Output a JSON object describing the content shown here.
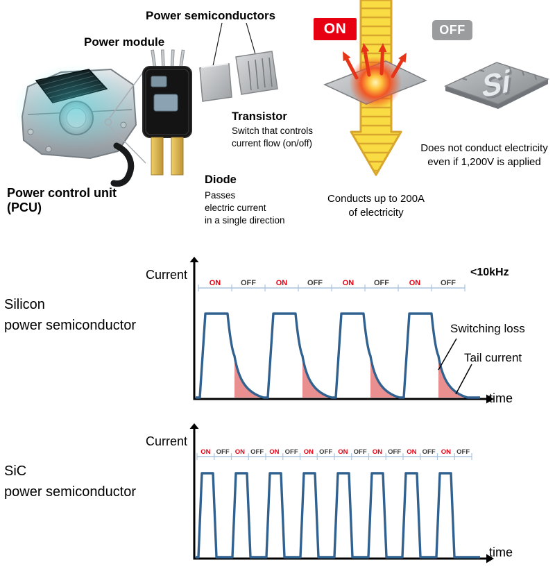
{
  "colors": {
    "on_red": "#e60012",
    "off_gray": "#9b9c9e",
    "waveform_blue": "#31618f",
    "tail_pink": "#e98f90",
    "arrow_yellow": "#f9dc43",
    "arrow_outline": "#d8a62c"
  },
  "top": {
    "power_semiconductors_label": "Power semiconductors",
    "power_module_label": "Power module",
    "pcu_label": "Power control unit\n(PCU)",
    "transistor_title": "Transistor",
    "transistor_desc": "Switch that controls\ncurrent flow (on/off)",
    "diode_title": "Diode",
    "diode_desc": "Passes\nelectric current\nin a single direction",
    "on_badge": "ON",
    "off_badge": "OFF",
    "on_caption": "Conducts up to 200A\nof electricity",
    "off_caption": "Does not conduct electricity\neven if 1,200V is applied",
    "off_chip_text": "Si"
  },
  "chart_data": [
    {
      "type": "line",
      "name": "silicon-switching-waveform",
      "series_label": "Silicon\npower semiconductor",
      "ylabel": "Current",
      "xlabel": "time",
      "frequency_note": "<10kHz",
      "cycles": 4,
      "on_off_labels": [
        "ON",
        "OFF",
        "ON",
        "OFF",
        "ON",
        "OFF",
        "ON",
        "OFF"
      ],
      "has_tail_current": true,
      "annotations": [
        "Switching loss",
        "Tail current"
      ]
    },
    {
      "type": "line",
      "name": "sic-switching-waveform",
      "series_label": "SiC\npower semiconductor",
      "ylabel": "Current",
      "xlabel": "time",
      "cycles": 8,
      "on_off_labels": [
        "ON",
        "OFF",
        "ON",
        "OFF",
        "ON",
        "OFF",
        "ON",
        "OFF",
        "ON",
        "OFF",
        "ON",
        "OFF",
        "ON",
        "OFF",
        "ON",
        "OFF"
      ],
      "has_tail_current": false,
      "annotations": []
    }
  ]
}
